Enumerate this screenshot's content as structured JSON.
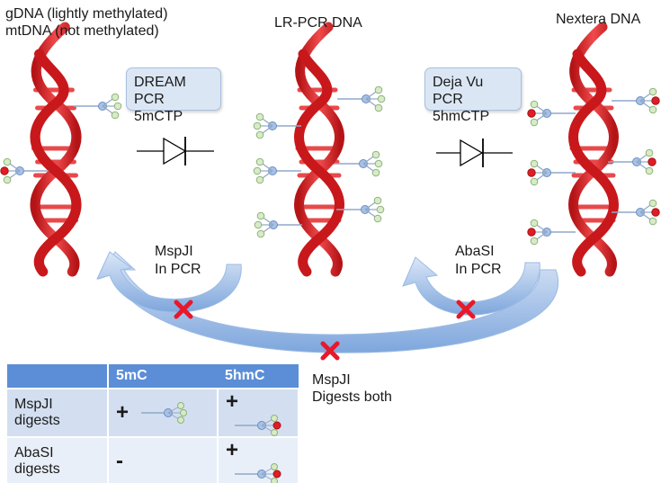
{
  "labels": {
    "gdna_line1": "gDNA (lightly methylated)",
    "gdna_line2": "mtDNA (not methylated)",
    "lrpcr": "LR-PCR DNA",
    "nextera": "Nextera DNA",
    "dream_line1": "DREAM PCR",
    "dream_line2": "5mCTP",
    "dejavu_line1": "Deja Vu PCR",
    "dejavu_line2": "5hmCTP",
    "mspji_line1": "MspJI",
    "mspji_line2": "In PCR",
    "abasi_line1": "AbaSI",
    "abasi_line2": "In PCR",
    "digests_line1": "MspJI",
    "digests_line2": "Digests both"
  },
  "table": {
    "headers": [
      "",
      "5mC",
      "5hmC"
    ],
    "rows": [
      {
        "name_line1": "MspJI",
        "name_line2": "digests",
        "c5mc": "+",
        "c5hmc": "+"
      },
      {
        "name_line1": "AbaSI",
        "name_line2": "digests",
        "c5mc": "-",
        "c5hmc": "+"
      }
    ]
  },
  "colors": {
    "helix": "#d41f22",
    "arrow": "#8fb3e3",
    "box_fill": "#dbe6f4",
    "table_header": "#5b8ed6",
    "x_mark": "#e8182a"
  }
}
